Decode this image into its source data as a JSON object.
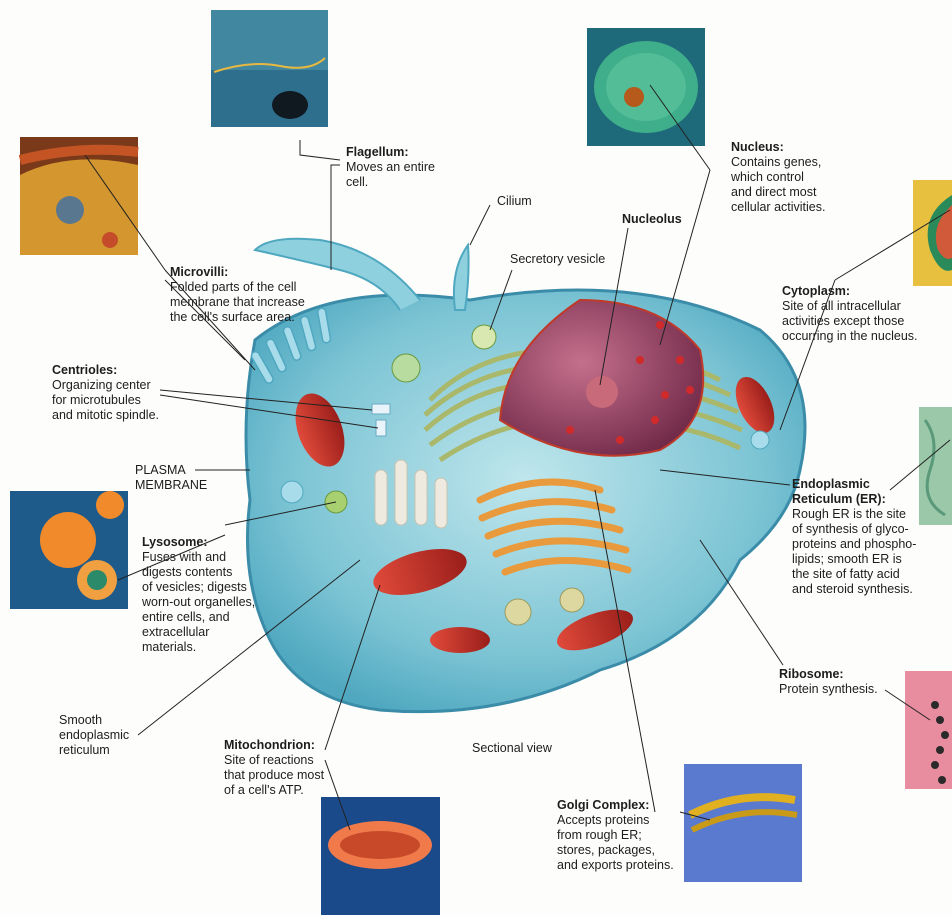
{
  "labels": {
    "flagellum": {
      "title": "Flagellum:",
      "desc": "Moves an entire\ncell."
    },
    "nucleus": {
      "title": "Nucleus:",
      "desc": "Contains genes,\nwhich control\nand direct most\ncellular activities."
    },
    "microvilli": {
      "title": "Microvilli:",
      "desc": "Folded parts of the cell\nmembrane that increase\nthe cell's surface area."
    },
    "centrioles": {
      "title": "Centrioles:",
      "desc": "Organizing center\nfor microtubules\nand mitotic spindle."
    },
    "cytoplasm": {
      "title": "Cytoplasm:",
      "desc": "Site of all intracellular\nactivities except those\noccurring in the nucleus."
    },
    "er": {
      "title": "Endoplasmic\nReticulum (ER):",
      "desc": "Rough ER is the site\nof synthesis of glyco-\nproteins and phospho-\nlipids; smooth ER is\nthe site of fatty acid\nand steroid synthesis."
    },
    "lysosome": {
      "title": "Lysosome:",
      "desc": "Fuses with and\ndigests contents\nof vesicles; digests\nworn-out organelles,\nentire cells, and\nextracellular\nmaterials."
    },
    "ribosome": {
      "title": "Ribosome:",
      "desc": "Protein synthesis."
    },
    "mitochondrion": {
      "title": "Mitochondrion:",
      "desc": "Site of reactions\nthat produce most\nof a cell's ATP."
    },
    "golgi": {
      "title": "Golgi Complex:",
      "desc": "Accepts proteins\nfrom rough ER;\nstores, packages,\nand exports proteins."
    },
    "nucleolus": "Nucleolus",
    "cilium": "Cilium",
    "secretory_vesicle": "Secretory vesicle",
    "plasma_membrane": "PLASMA\nMEMBRANE",
    "smooth_er": "Smooth\nendoplasmic\nreticulum",
    "sectional_view": "Sectional view"
  },
  "colors": {
    "cytoplasm": "#7cc4d4",
    "membrane": "#4fa8c0",
    "nucleus": "#8e3a5c",
    "nucleolus": "#c96a7a",
    "er": "#a9b86a",
    "golgi": "#e89a3c",
    "mitochondria": "#c8322a",
    "lysosome": "#a8d070",
    "leader_lines": "#222222"
  }
}
